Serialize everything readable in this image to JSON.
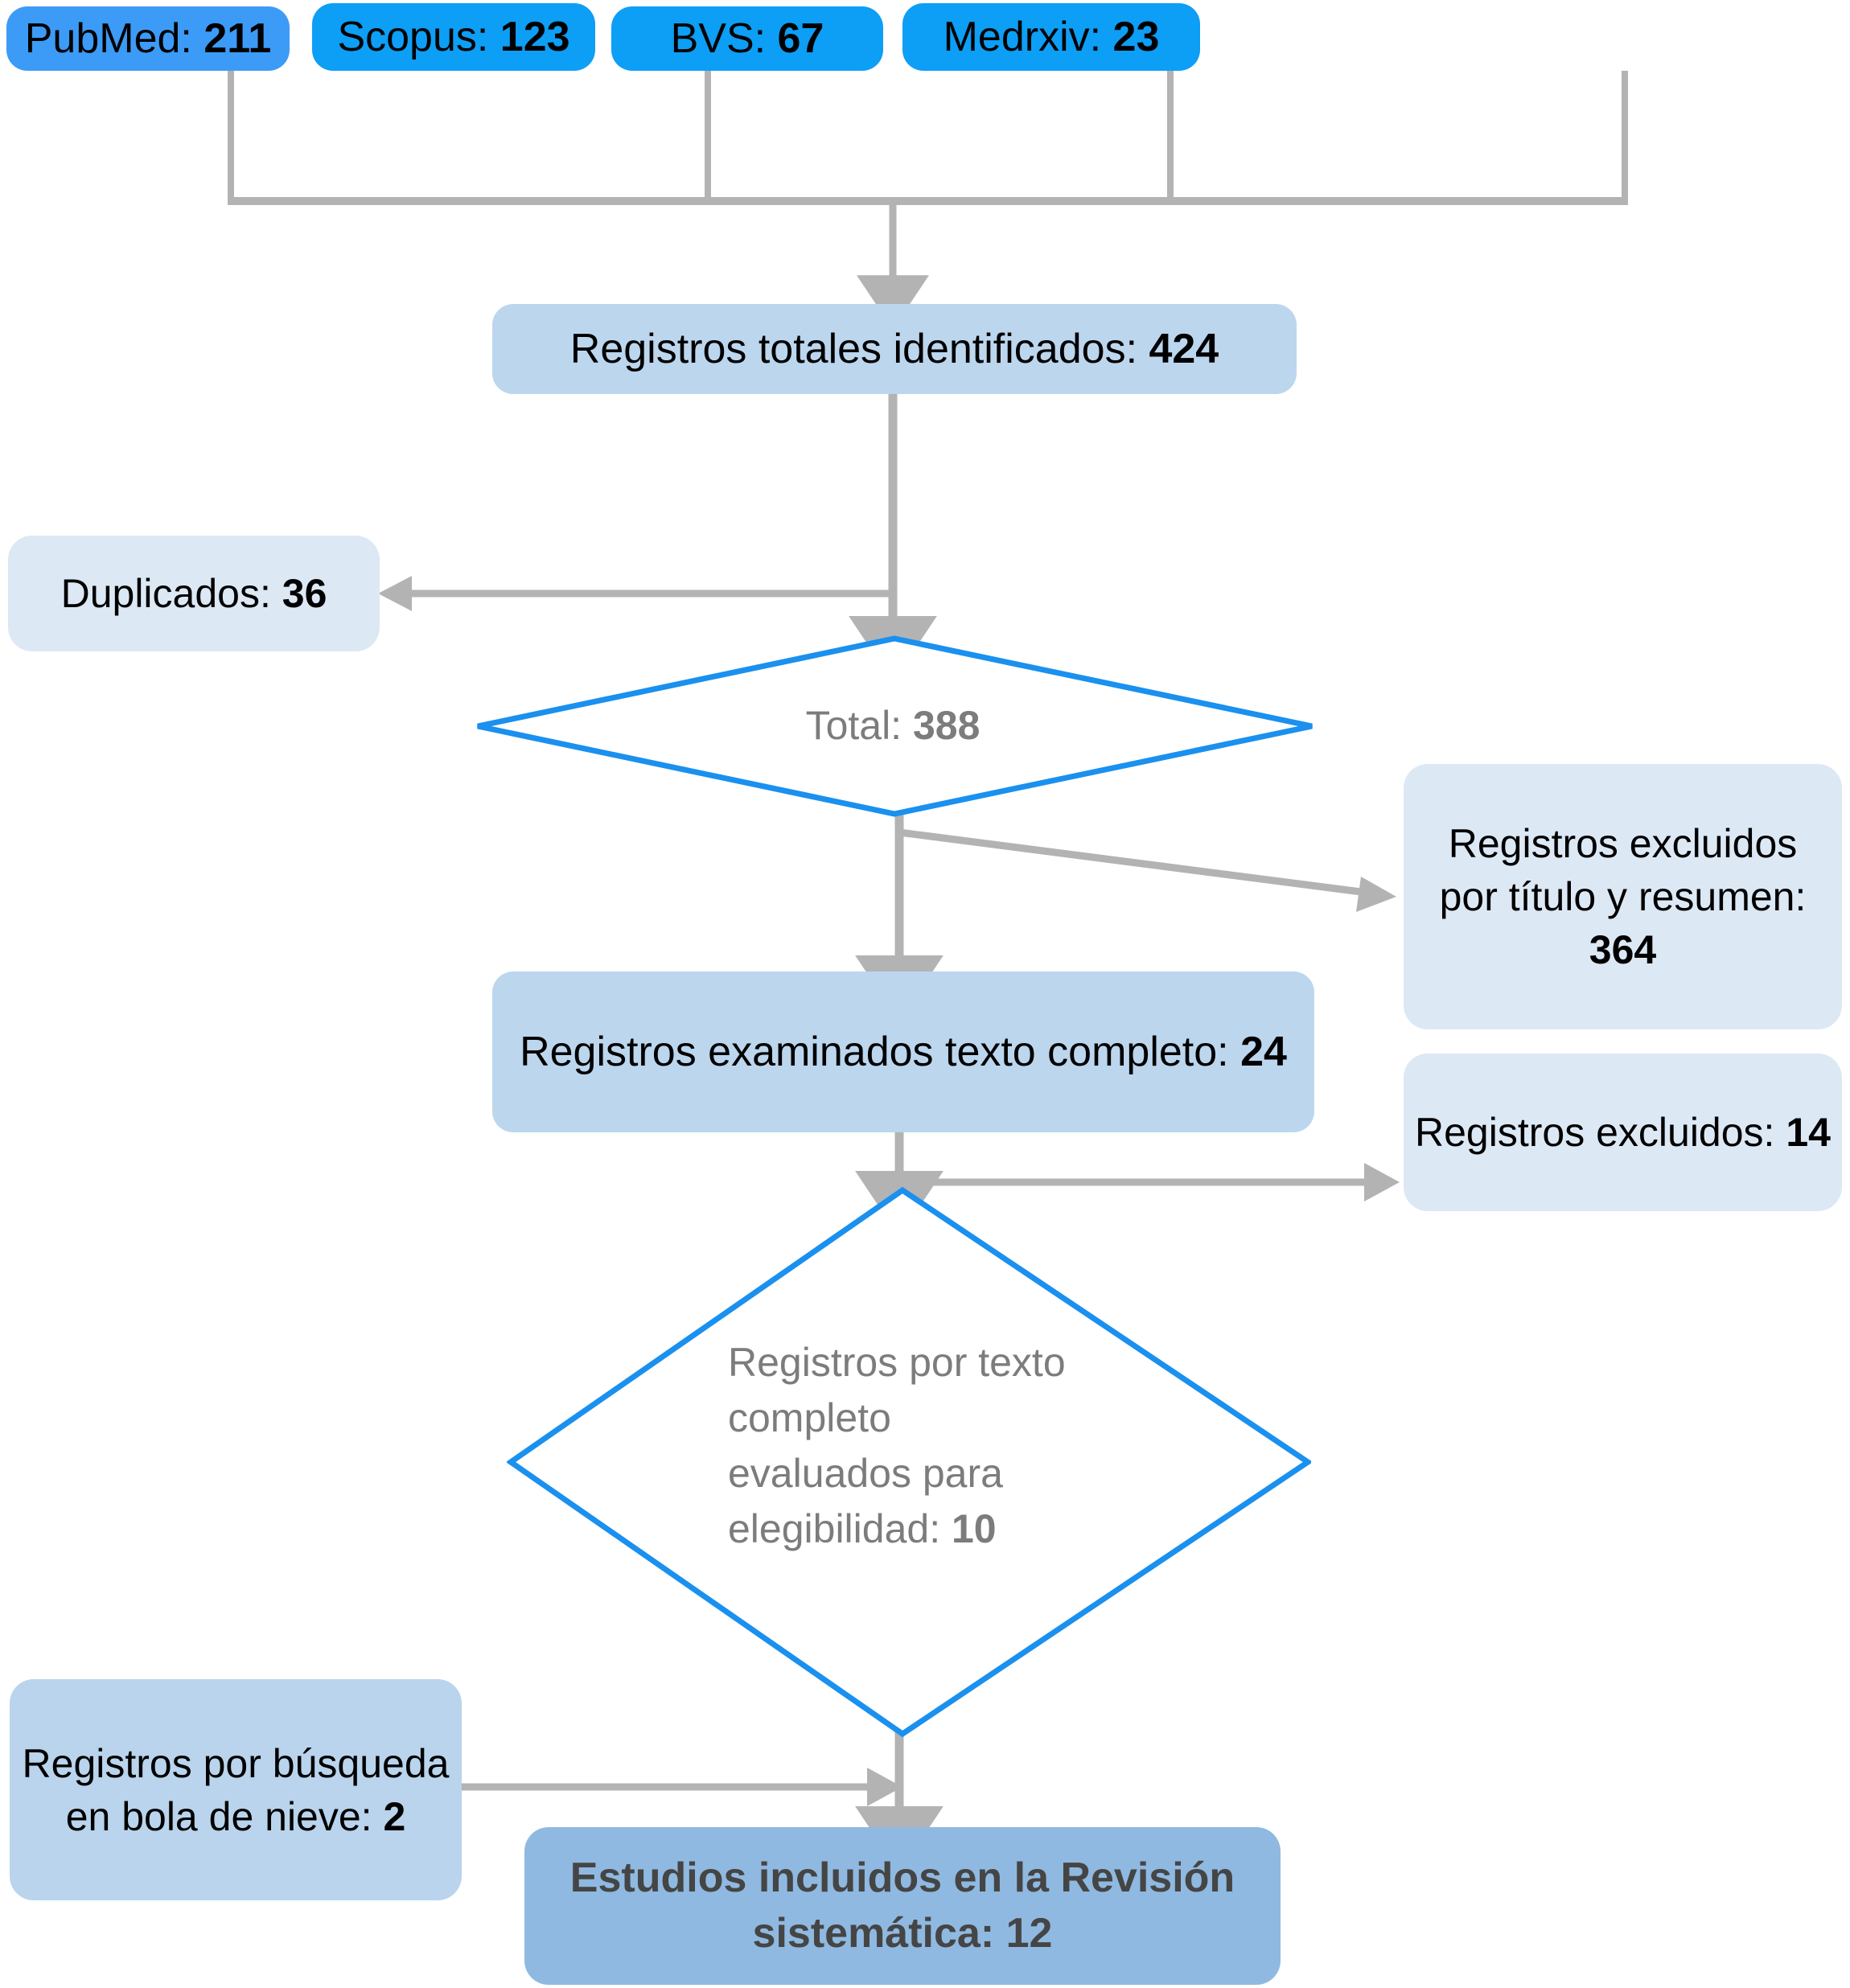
{
  "diagram": {
    "type": "prisma-flow-diagram",
    "language": "es",
    "colors": {
      "source_primary": "#3c9bf6",
      "source_secondary": "#0d9ef5",
      "process_box": "#bcd6ee",
      "pale_box": "#dde8f5",
      "snowball_box": "#b9d4ec",
      "final_box": "#8fb9e0",
      "diamond_stroke": "#1a90ef",
      "diamond_text": "#7c7c7c",
      "connector": "#b3b3b3",
      "final_text": "#454545"
    }
  },
  "sources": [
    {
      "label": "PubMed:",
      "count": "211",
      "name": "pubmed"
    },
    {
      "label": "Scopus:",
      "count": "123",
      "name": "scopus"
    },
    {
      "label": "BVS:",
      "count": "67",
      "name": "bvs"
    },
    {
      "label": "Medrxiv:",
      "count": "23",
      "name": "medrxiv"
    }
  ],
  "nodes": {
    "identified": {
      "label": "Registros totales identificados:",
      "count": "424"
    },
    "duplicates": {
      "label": "Duplicados:",
      "count": "36"
    },
    "total": {
      "label": "Total:",
      "count": "388"
    },
    "excluded_title": {
      "label": "Registros excluidos por título y resumen:",
      "count": "364"
    },
    "fulltext_screened": {
      "label": "Registros examinados texto completo:",
      "count": "24"
    },
    "excluded_records": {
      "label": "Registros excluidos:",
      "count": "14"
    },
    "eligibility": {
      "label": "Registros por texto completo evaluados para elegibilidad:",
      "count": "10"
    },
    "snowball": {
      "label": "Registros por búsqueda en bola de nieve:",
      "count": "2"
    },
    "included": {
      "label": "Estudios incluidos en la Revisión sistemática: 12",
      "count": "12"
    }
  },
  "chart_data": {
    "type": "flowchart",
    "title": "PRISMA flow diagram",
    "stages": [
      {
        "id": "pubmed",
        "label": "PubMed",
        "value": 211
      },
      {
        "id": "scopus",
        "label": "Scopus",
        "value": 123
      },
      {
        "id": "bvs",
        "label": "BVS",
        "value": 67
      },
      {
        "id": "medrxiv",
        "label": "Medrxiv",
        "value": 23
      },
      {
        "id": "identified",
        "label": "Registros totales identificados",
        "value": 424
      },
      {
        "id": "duplicates",
        "label": "Duplicados",
        "value": 36
      },
      {
        "id": "total",
        "label": "Total",
        "value": 388
      },
      {
        "id": "excluded_title",
        "label": "Registros excluidos por título y resumen",
        "value": 364
      },
      {
        "id": "fulltext_screened",
        "label": "Registros examinados texto completo",
        "value": 24
      },
      {
        "id": "excluded_records",
        "label": "Registros excluidos",
        "value": 14
      },
      {
        "id": "eligibility",
        "label": "Registros por texto completo evaluados para elegibilidad",
        "value": 10
      },
      {
        "id": "snowball",
        "label": "Registros por búsqueda en bola de nieve",
        "value": 2
      },
      {
        "id": "included",
        "label": "Estudios incluidos en la Revisión sistemática",
        "value": 12
      }
    ],
    "edges": [
      {
        "from": "pubmed",
        "to": "identified"
      },
      {
        "from": "scopus",
        "to": "identified"
      },
      {
        "from": "bvs",
        "to": "identified"
      },
      {
        "from": "medrxiv",
        "to": "identified"
      },
      {
        "from": "identified",
        "to": "duplicates"
      },
      {
        "from": "identified",
        "to": "total"
      },
      {
        "from": "total",
        "to": "excluded_title"
      },
      {
        "from": "total",
        "to": "fulltext_screened"
      },
      {
        "from": "fulltext_screened",
        "to": "excluded_records"
      },
      {
        "from": "fulltext_screened",
        "to": "eligibility"
      },
      {
        "from": "eligibility",
        "to": "included"
      },
      {
        "from": "snowball",
        "to": "included"
      }
    ]
  }
}
